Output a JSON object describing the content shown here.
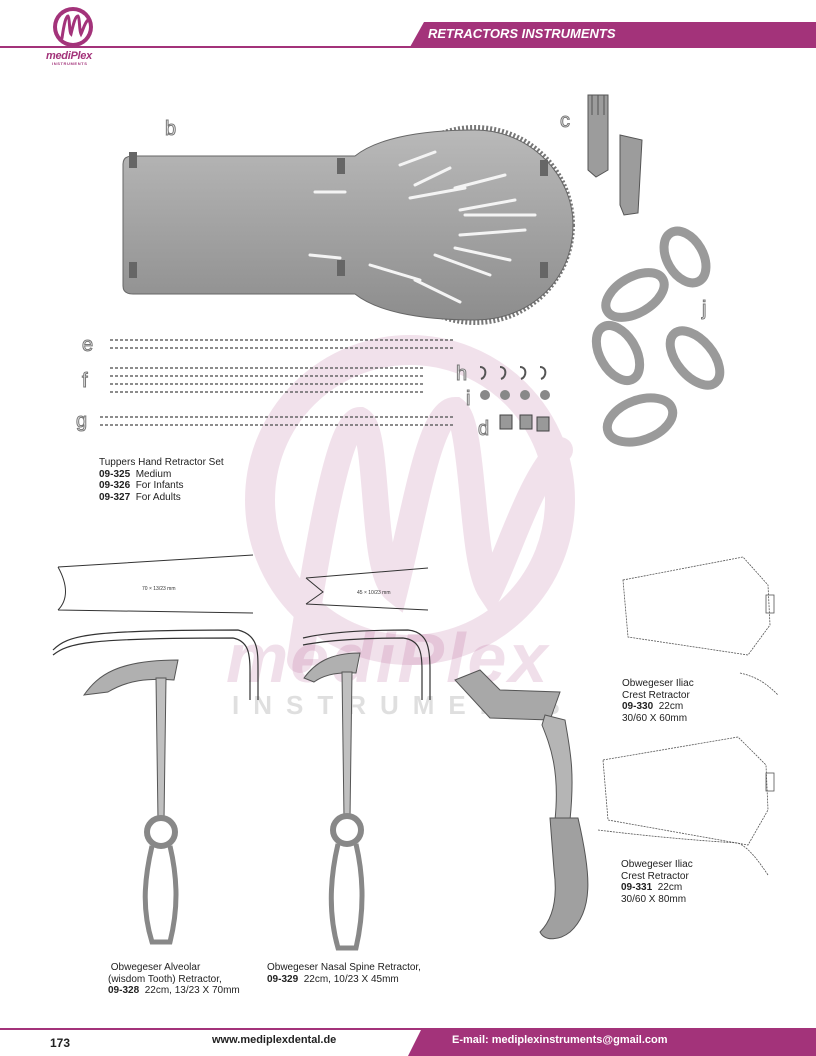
{
  "brand": {
    "logo_text": "mediPlex",
    "logo_sub": "INSTRUMENTS",
    "accent_color": "#a3337a"
  },
  "header": {
    "section_title": "RETRACTORS INSTRUMENTS"
  },
  "figure_letters": {
    "b": "b",
    "c": "c",
    "e": "e",
    "f": "f",
    "g": "g",
    "h": "h",
    "i": "i",
    "d": "d",
    "j": "j"
  },
  "products": {
    "tuppers": {
      "title": "Tuppers Hand Retractor Set",
      "items": [
        {
          "code": "09-325",
          "desc": "Medium"
        },
        {
          "code": "09-326",
          "desc": "For Infants"
        },
        {
          "code": "09-327",
          "desc": "For Adults"
        }
      ]
    },
    "alveolar": {
      "line1": "Obwegeser Alveolar",
      "line2": "(wisdom Tooth) Retractor,",
      "code": "09-328",
      "spec": "22cm, 13/23 X 70mm",
      "dimension_label": "70 × 13/23 mm"
    },
    "nasal": {
      "line1": "Obwegeser Nasal Spine Retractor,",
      "code": "09-329",
      "spec": "22cm, 10/23 X 45mm",
      "dimension_label": "45 × 10/23 mm"
    },
    "iliac_330": {
      "line1": "Obwegeser Iliac",
      "line2": "Crest Retractor",
      "code": "09-330",
      "spec1": "22cm",
      "spec2": "30/60 X 60mm"
    },
    "iliac_331": {
      "line1": "Obwegeser Iliac",
      "line2": "Crest Retractor",
      "code": "09-331",
      "spec1": "22cm",
      "spec2": "30/60 X 80mm"
    }
  },
  "watermark": {
    "word": "mediPlex",
    "sub": "INSTRUMENTS"
  },
  "footer": {
    "page_number": "173",
    "website": "www.mediplexdental.de",
    "email": "E-mail: mediplexinstruments@gmail.com"
  }
}
